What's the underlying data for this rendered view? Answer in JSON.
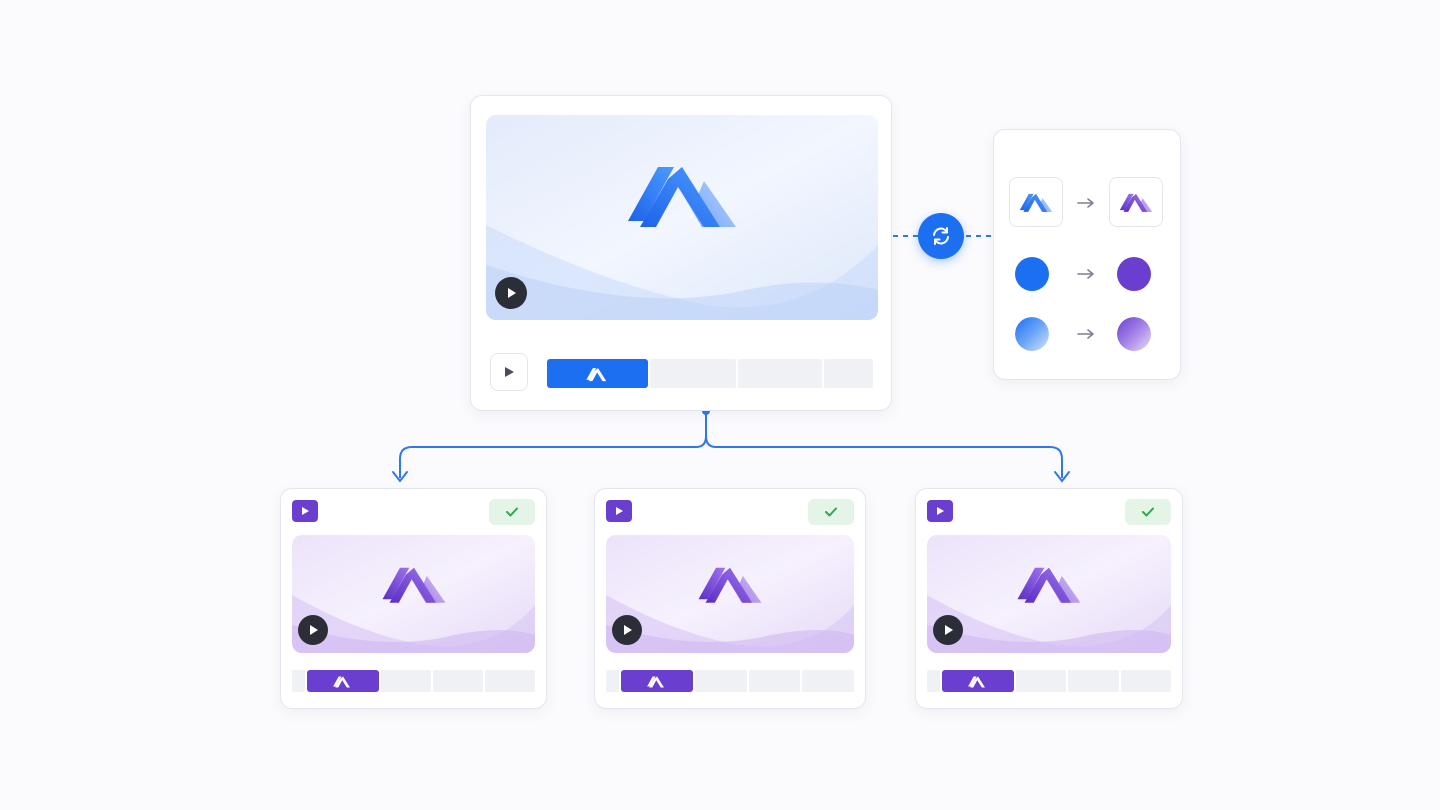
{
  "colors": {
    "brand_blue": "#1d6ff2",
    "brand_purple": "#6a3fd0",
    "check_green": "#2fa84f",
    "background": "#fbfbfd"
  },
  "icons": {
    "main_logo": "mountain-logo-icon",
    "play": "play-icon",
    "sync": "refresh-icon",
    "arrow": "arrow-right-icon",
    "check": "checkmark-icon",
    "video": "video-icon"
  },
  "source_video": {
    "theme": "blue",
    "timeline_segments": 4,
    "active_segment": 0
  },
  "rebrand_mapping": {
    "rows": [
      {
        "from": "logo-blue",
        "to": "logo-purple",
        "kind": "logo"
      },
      {
        "from": "#1d6ff2",
        "to": "#6a3fd0",
        "kind": "solid-color"
      },
      {
        "from": "gradient-blue",
        "to": "gradient-purple",
        "kind": "gradient"
      }
    ]
  },
  "output_videos": [
    {
      "theme": "purple",
      "status": "done"
    },
    {
      "theme": "purple",
      "status": "done"
    },
    {
      "theme": "purple",
      "status": "done"
    }
  ]
}
